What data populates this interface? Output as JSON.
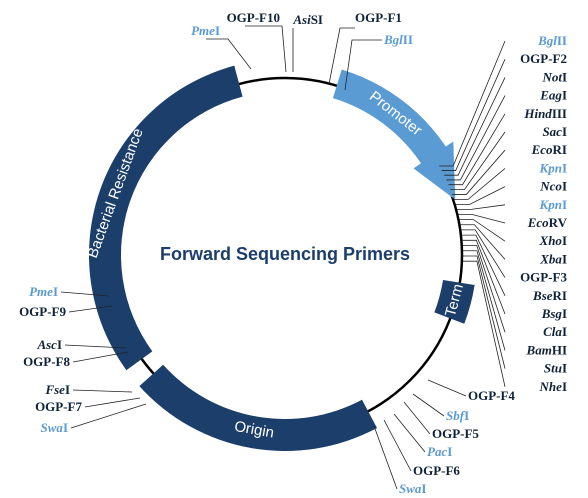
{
  "title": "Forward Sequencing Primers",
  "colors": {
    "segment": "#1b3e6b",
    "promoter": "#5b9bd3",
    "primer_text": "#0f2238",
    "site_text": "#5b9bd3",
    "backbone": "#000000"
  },
  "segments": [
    {
      "id": "bacterial-resistance",
      "label": "Bacterial Resistance"
    },
    {
      "id": "promoter",
      "label": "Promoter"
    },
    {
      "id": "term",
      "label": "Term"
    },
    {
      "id": "origin",
      "label": "Origin"
    }
  ],
  "top_left_labels": [
    {
      "id": "pmeI-top",
      "italic": "Pme",
      "roman": "I",
      "style": "light"
    },
    {
      "id": "ogp-f10",
      "italic": "",
      "roman": "OGP-F10",
      "style": "dark"
    },
    {
      "id": "asisi",
      "italic": "Asi",
      "roman": "SI",
      "style": "dark"
    }
  ],
  "top_right_labels": [
    {
      "id": "ogp-f1",
      "italic": "",
      "roman": "OGP-F1",
      "style": "dark"
    },
    {
      "id": "bglII-top",
      "italic": "Bgl",
      "roman": "II",
      "style": "light"
    }
  ],
  "right_labels": [
    {
      "id": "bglII-right",
      "italic": "Bgl",
      "roman": "II",
      "style": "light"
    },
    {
      "id": "ogp-f2",
      "italic": "",
      "roman": "OGP-F2",
      "style": "dark"
    },
    {
      "id": "notI",
      "italic": "Not",
      "roman": "I",
      "style": "dark"
    },
    {
      "id": "eagI",
      "italic": "Eag",
      "roman": "I",
      "style": "dark"
    },
    {
      "id": "hindIII",
      "italic": "Hind",
      "roman": "III",
      "style": "dark"
    },
    {
      "id": "sacI",
      "italic": "Sac",
      "roman": "I",
      "style": "dark"
    },
    {
      "id": "ecoRI",
      "italic": "Eco",
      "roman": "RI",
      "style": "dark"
    },
    {
      "id": "kpnI-1",
      "italic": "Kpn",
      "roman": "I",
      "style": "light"
    },
    {
      "id": "ncoI",
      "italic": "Nco",
      "roman": "I",
      "style": "dark"
    },
    {
      "id": "kpnI-2",
      "italic": "Kpn",
      "roman": "I",
      "style": "light"
    },
    {
      "id": "ecoRV",
      "italic": "Eco",
      "roman": "RV",
      "style": "dark"
    },
    {
      "id": "xhoI",
      "italic": "Xho",
      "roman": "I",
      "style": "dark"
    },
    {
      "id": "xbaI",
      "italic": "Xba",
      "roman": "I",
      "style": "dark"
    },
    {
      "id": "ogp-f3",
      "italic": "",
      "roman": "OGP-F3",
      "style": "dark"
    },
    {
      "id": "bseRI",
      "italic": "Bse",
      "roman": "RI",
      "style": "dark"
    },
    {
      "id": "bsgI",
      "italic": "Bsg",
      "roman": "I",
      "style": "dark"
    },
    {
      "id": "claI",
      "italic": "Cla",
      "roman": "I",
      "style": "dark"
    },
    {
      "id": "bamHI",
      "italic": "Bam",
      "roman": "HI",
      "style": "dark"
    },
    {
      "id": "stuI",
      "italic": "Stu",
      "roman": "I",
      "style": "dark"
    },
    {
      "id": "nheI",
      "italic": "Nhe",
      "roman": "I",
      "style": "dark"
    }
  ],
  "bottom_right_labels": [
    {
      "id": "ogp-f4",
      "italic": "",
      "roman": "OGP-F4",
      "style": "dark"
    },
    {
      "id": "sbfI",
      "italic": "Sbf",
      "roman": "I",
      "style": "light"
    },
    {
      "id": "ogp-f5",
      "italic": "",
      "roman": "OGP-F5",
      "style": "dark"
    },
    {
      "id": "pacI",
      "italic": "Pac",
      "roman": "I",
      "style": "light"
    },
    {
      "id": "ogp-f6",
      "italic": "",
      "roman": "OGP-F6",
      "style": "dark"
    },
    {
      "id": "swaI-bottom",
      "italic": "Swa",
      "roman": "I",
      "style": "light"
    }
  ],
  "left_labels": [
    {
      "id": "pmeI-left",
      "italic": "Pme",
      "roman": "I",
      "style": "light"
    },
    {
      "id": "ogp-f9",
      "italic": "",
      "roman": "OGP-F9",
      "style": "dark"
    },
    {
      "id": "ascI",
      "italic": "Asc",
      "roman": "I",
      "style": "dark"
    },
    {
      "id": "ogp-f8",
      "italic": "",
      "roman": "OGP-F8",
      "style": "dark"
    },
    {
      "id": "fseI",
      "italic": "Fse",
      "roman": "I",
      "style": "dark"
    },
    {
      "id": "ogp-f7",
      "italic": "",
      "roman": "OGP-F7",
      "style": "dark"
    },
    {
      "id": "swaI-left",
      "italic": "Swa",
      "roman": "I",
      "style": "light"
    }
  ]
}
